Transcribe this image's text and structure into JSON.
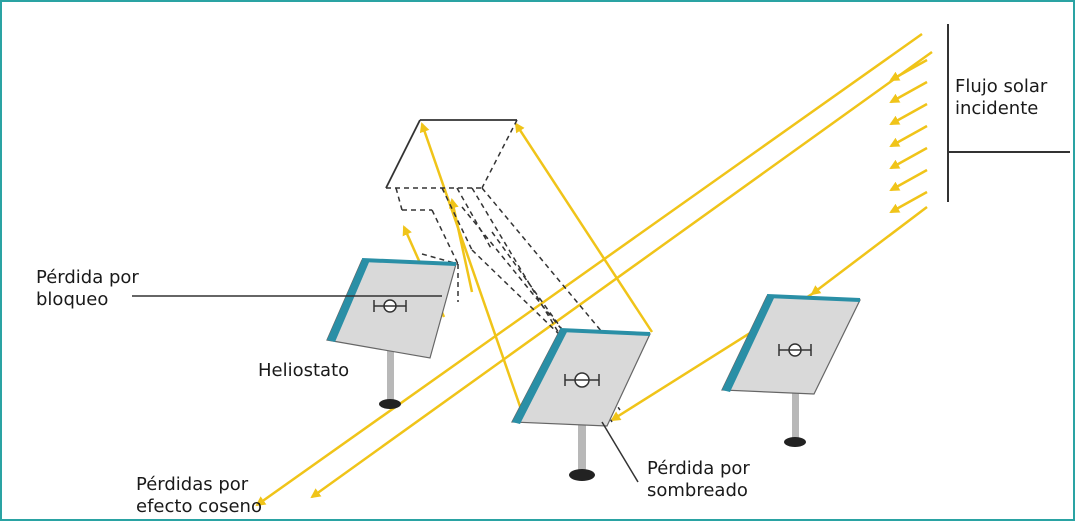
{
  "labels": {
    "incident_flux": "Flujo solar\nincidente",
    "blocking_loss": "Pérdida por\nbloqueo",
    "heliostat": "Heliostato",
    "cosine_loss": "Pérdidas por\nefecto coseno",
    "shading_loss": "Pérdida por\nsombreado"
  },
  "colors": {
    "ray": "#f0c419",
    "frame": "#2aa3a3",
    "mirror_face": "#d9d9d9",
    "mirror_edge": "#2a8fa6",
    "pole": "#b8b8b8",
    "outline": "#333333"
  }
}
